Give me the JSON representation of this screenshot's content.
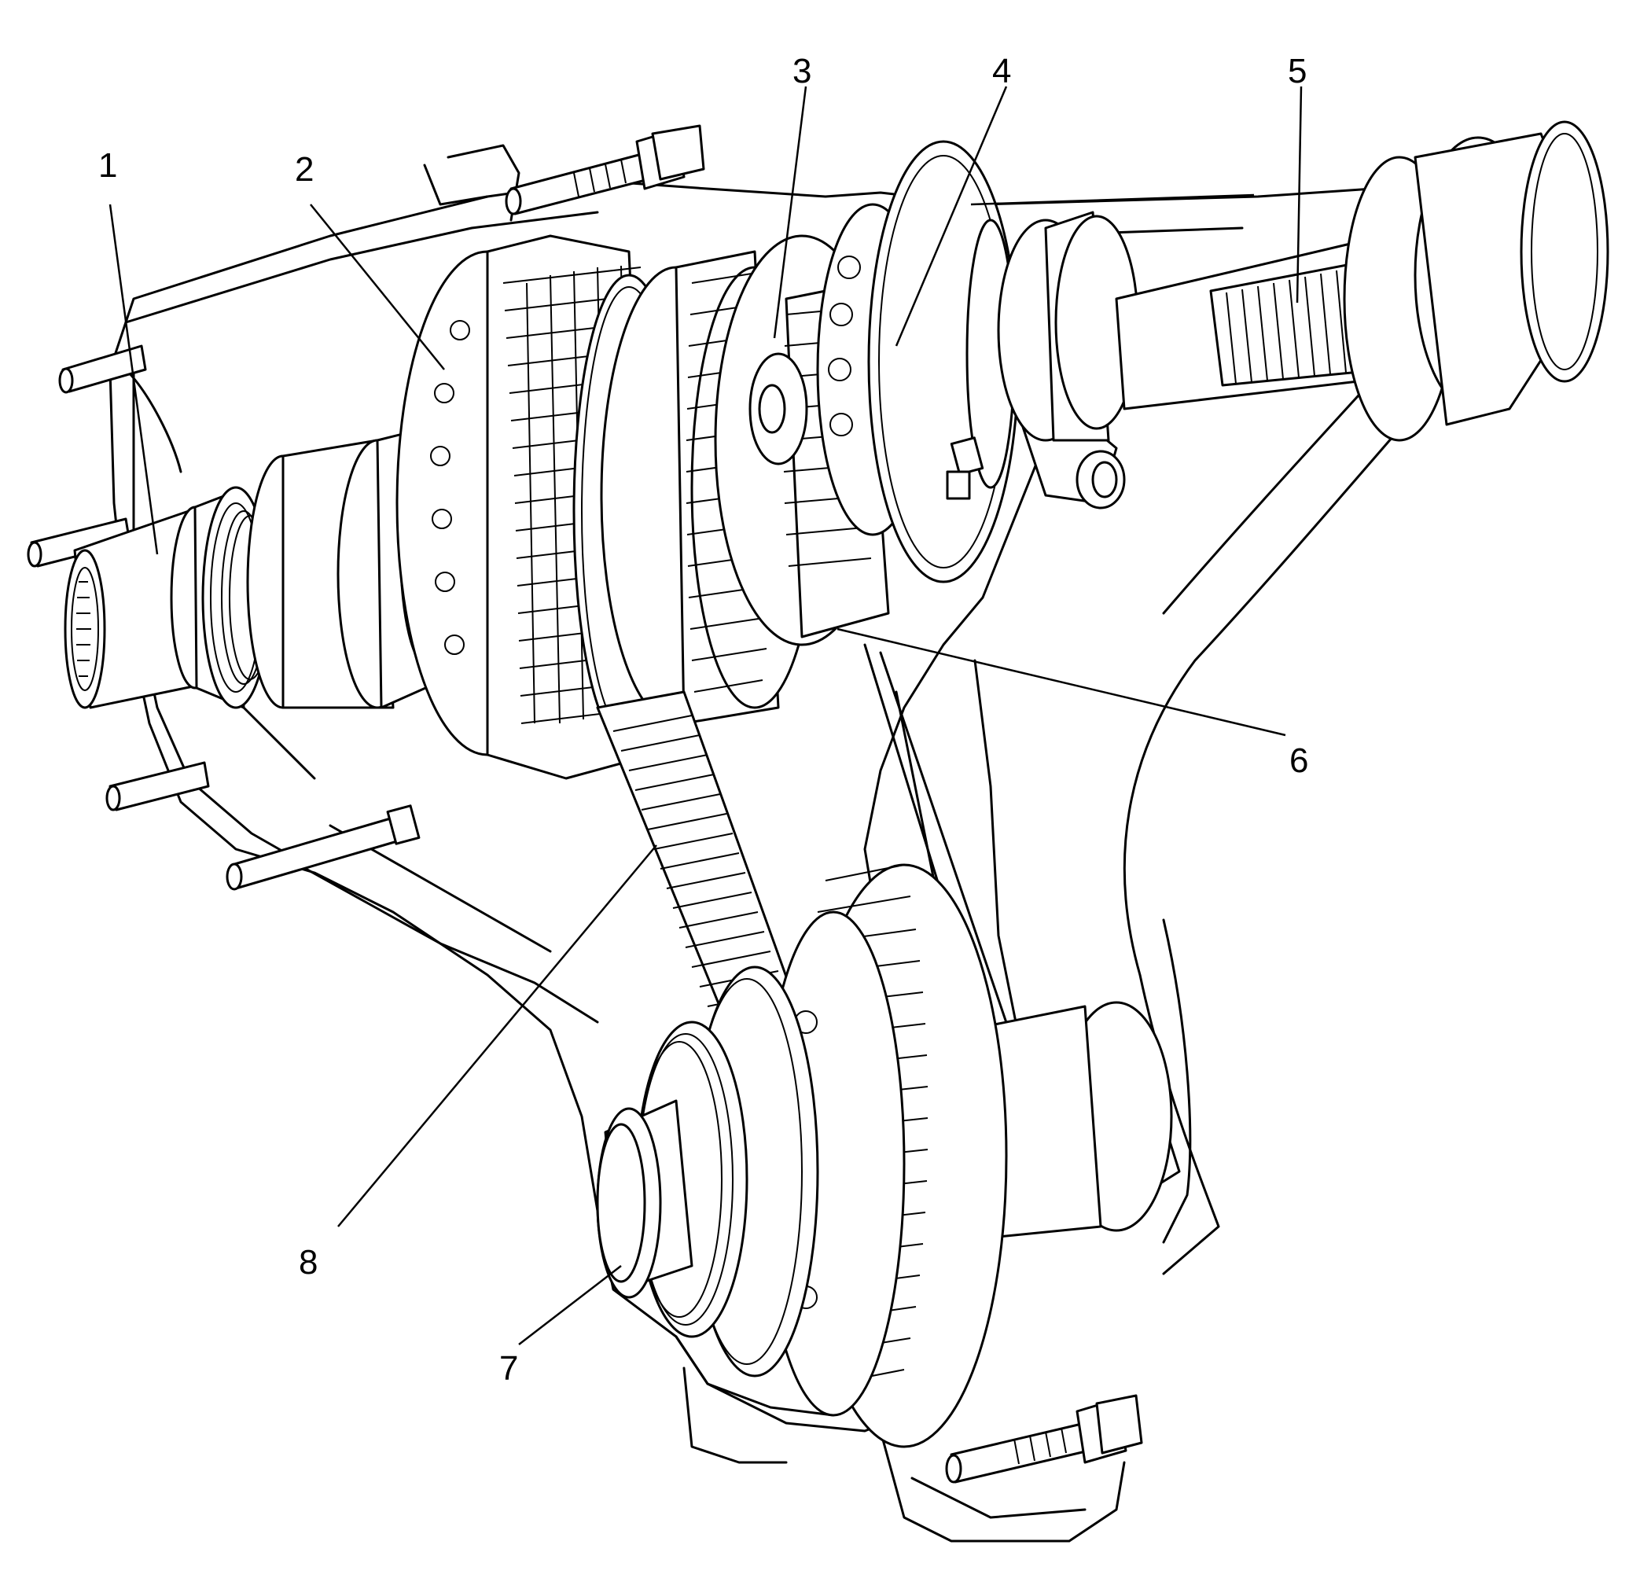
{
  "figure": {
    "description_colors": {
      "ink": "#000000",
      "paper": "#ffffff"
    },
    "callouts": [
      {
        "id": "1",
        "label": "1"
      },
      {
        "id": "2",
        "label": "2"
      },
      {
        "id": "3",
        "label": "3"
      },
      {
        "id": "4",
        "label": "4"
      },
      {
        "id": "5",
        "label": "5"
      },
      {
        "id": "6",
        "label": "6"
      },
      {
        "id": "7",
        "label": "7"
      },
      {
        "id": "8",
        "label": "8"
      }
    ]
  }
}
